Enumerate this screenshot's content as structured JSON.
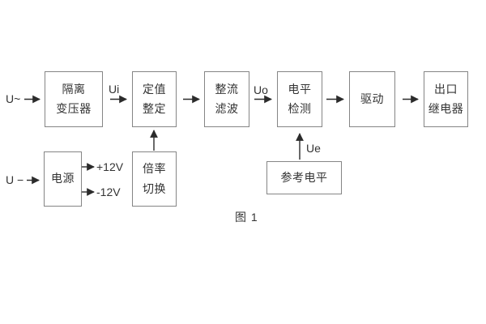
{
  "diagram": {
    "caption": "图 1",
    "signals": {
      "input_ac": "U~",
      "input_dc": "U −",
      "ui": "Ui",
      "uo": "Uo",
      "ue": "Ue",
      "plus12": "+12V",
      "minus12": "-12V"
    },
    "blocks": {
      "isolation_transformer": {
        "line1": "隔离",
        "line2": "变压器"
      },
      "setting_adjust": {
        "line1": "定值",
        "line2": "整定"
      },
      "rectifier_filter": {
        "line1": "整流",
        "line2": "滤波"
      },
      "level_detect": {
        "line1": "电平",
        "line2": "检测"
      },
      "driver": {
        "line1": "驱动"
      },
      "output_relay": {
        "line1": "出口",
        "line2": "继电器"
      },
      "power_supply": {
        "line1": "电源"
      },
      "ratio_switch": {
        "line1": "倍率",
        "line2": "切换"
      },
      "reference_level": {
        "line1": "参考电平"
      }
    },
    "colors": {
      "background": "#ffffff",
      "box_border": "#858585",
      "text": "#333333",
      "arrow": "#2b2b2b"
    }
  }
}
